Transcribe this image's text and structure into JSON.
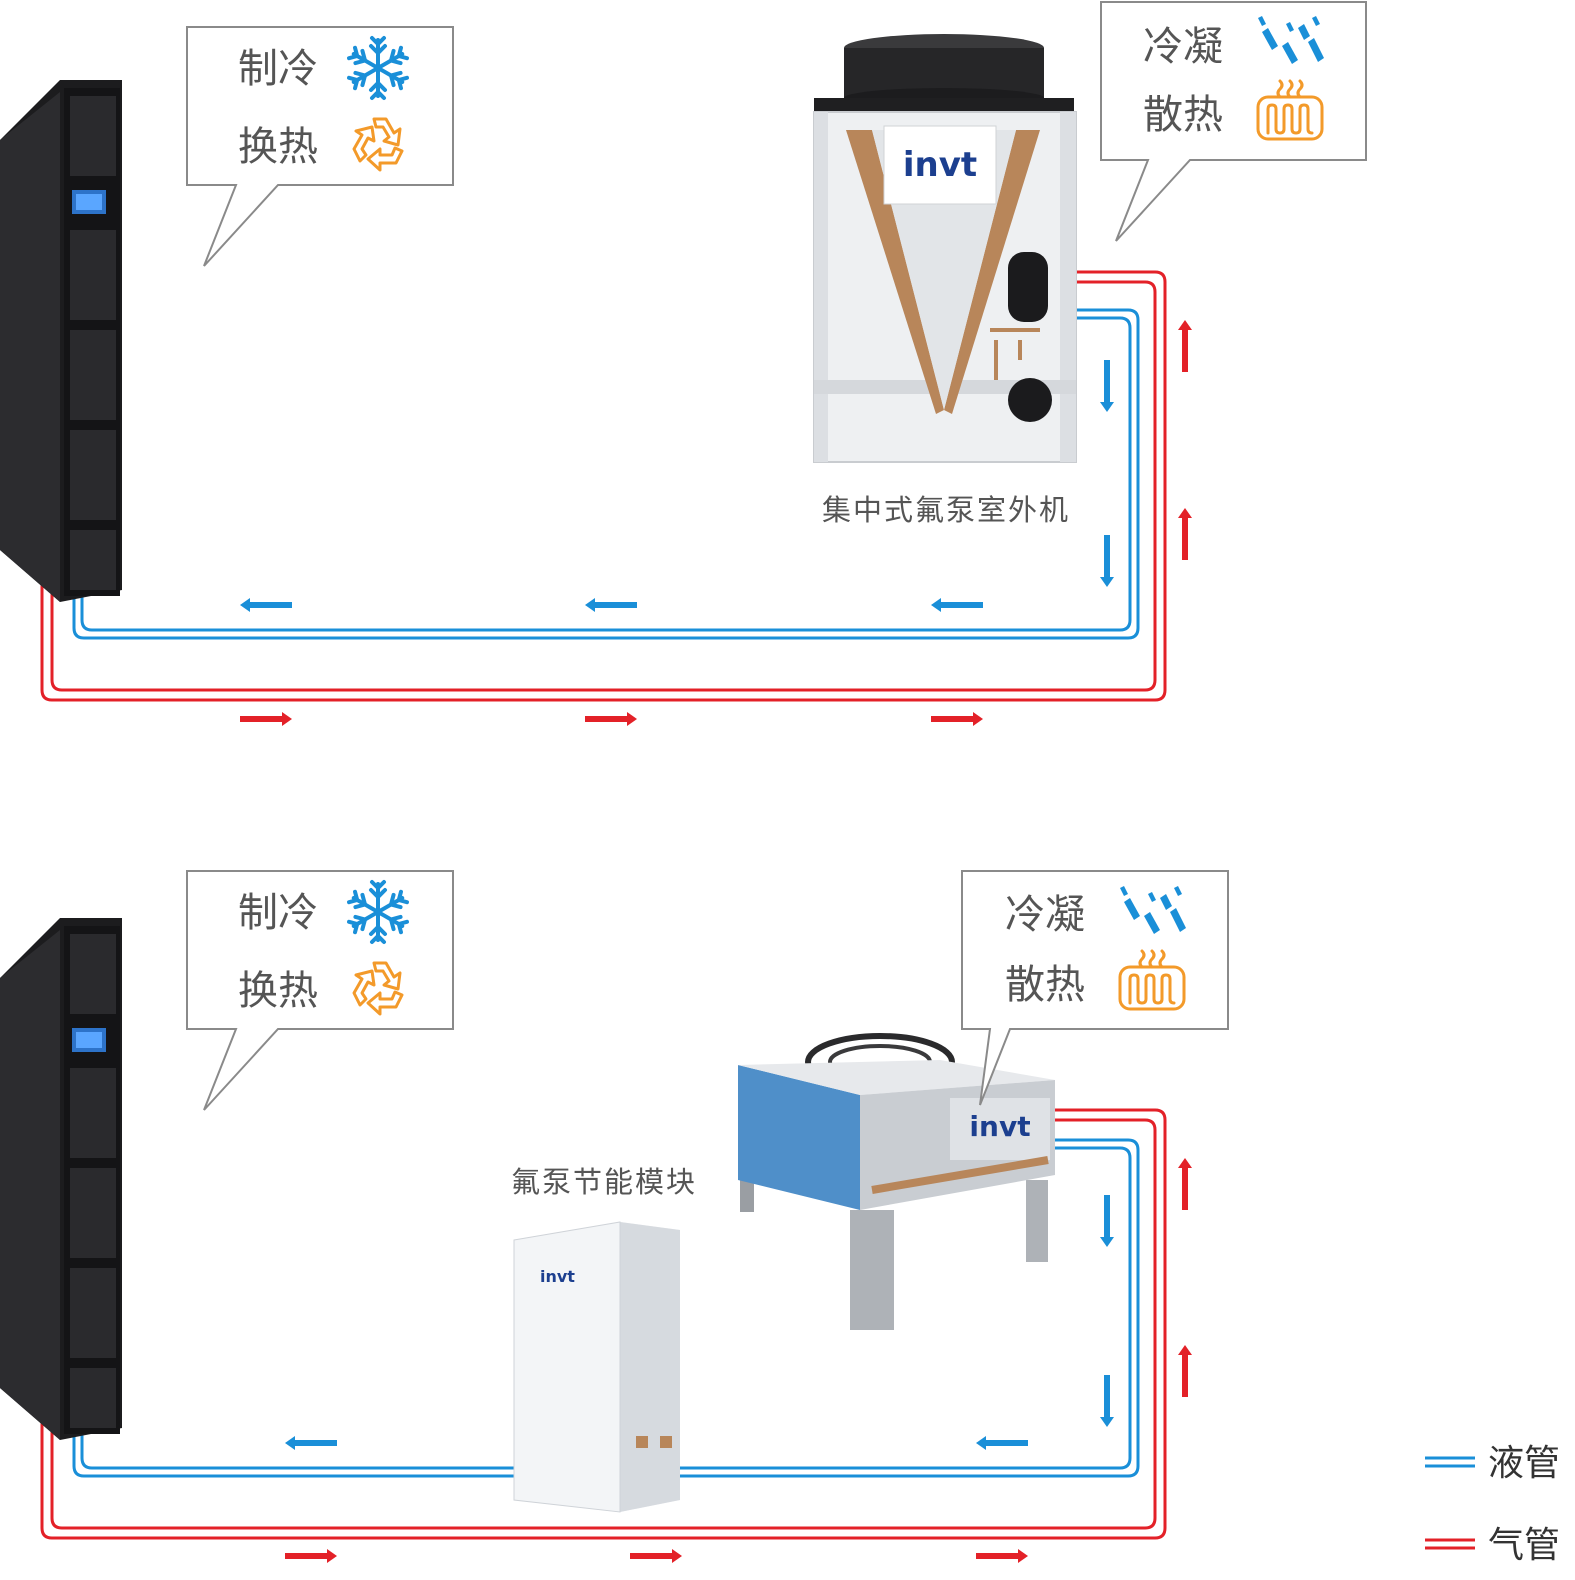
{
  "diagram1": {
    "indoor_callout": {
      "line1": "制冷",
      "icon1": "snowflake-icon",
      "line2": "换热",
      "icon2": "recycle-icon"
    },
    "outdoor_callout": {
      "line1": "冷凝",
      "icon1": "droplets-icon",
      "line2": "散热",
      "icon2": "heater-icon"
    },
    "outdoor_unit_logo": "invt",
    "outdoor_unit_caption": "集中式氟泵室外机"
  },
  "diagram2": {
    "indoor_callout": {
      "line1": "制冷",
      "icon1": "snowflake-icon",
      "line2": "换热",
      "icon2": "recycle-icon"
    },
    "outdoor_callout": {
      "line1": "冷凝",
      "icon1": "droplets-icon",
      "line2": "散热",
      "icon2": "heater-icon"
    },
    "condenser_logo": "invt",
    "module_logo": "invt",
    "module_caption": "氟泵节能模块"
  },
  "legend": {
    "liquid": {
      "label": "液管",
      "color": "#1a8fd8"
    },
    "gas": {
      "label": "气管",
      "color": "#e32128"
    }
  },
  "colors": {
    "liquid": "#1a8fd8",
    "gas": "#e32128",
    "callout_border": "#8a8a8a",
    "icon_orange": "#f39a2a",
    "icon_blue": "#1a8fd8"
  }
}
